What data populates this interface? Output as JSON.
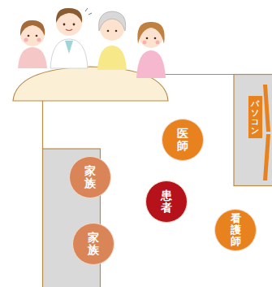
{
  "diagram": {
    "nodes": [
      {
        "text": [
          "パソコン"
        ]
      },
      {
        "text": [
          "医師"
        ]
      },
      {
        "text": [
          "家族"
        ]
      },
      {
        "text": [
          "患者"
        ]
      },
      {
        "text": [
          "看護師"
        ]
      },
      {
        "text": [
          "家族"
        ]
      }
    ]
  }
}
